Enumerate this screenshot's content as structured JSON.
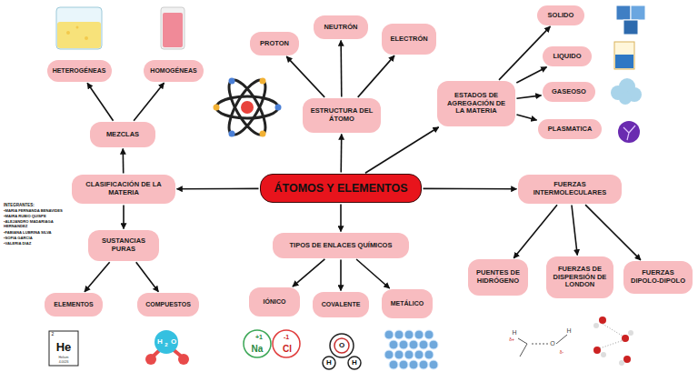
{
  "diagram": {
    "nodes": [
      {
        "text": [
          "ÁTOMOS Y ELEMENTOS"
        ]
      },
      {
        "text": [
          "ESTRUCTURA DEL ÁTOMO"
        ]
      },
      {
        "text": [
          "PROTON"
        ]
      },
      {
        "text": [
          "NEUTRÓN"
        ]
      },
      {
        "text": [
          "ELECTRÓN"
        ]
      },
      {
        "text": [
          "ESTADOS DE AGREGACIÓN DE LA MATERIA"
        ]
      },
      {
        "text": [
          "SOLIDO"
        ]
      },
      {
        "text": [
          "LIQUIDO"
        ]
      },
      {
        "text": [
          "GASEOSO"
        ]
      },
      {
        "text": [
          "PLASMATICA"
        ]
      },
      {
        "text": [
          "CLASIFICACIÓN DE LA MATERIA"
        ]
      },
      {
        "text": [
          "MEZCLAS"
        ]
      },
      {
        "text": [
          "HETEROGÉNEAS"
        ]
      },
      {
        "text": [
          "HOMOGÉNEAS"
        ]
      },
      {
        "text": [
          "SUSTANCIAS PURAS"
        ]
      },
      {
        "text": [
          "ELEMENTOS"
        ]
      },
      {
        "text": [
          "COMPUESTOS"
        ]
      },
      {
        "text": [
          "TIPOS DE ENLACES QUÍMICOS"
        ]
      },
      {
        "text": [
          "IÓNICO"
        ]
      },
      {
        "text": [
          "COVALENTE"
        ]
      },
      {
        "text": [
          "METÁLICO"
        ]
      },
      {
        "text": [
          "FUERZAS INTERMOLECULARES"
        ]
      },
      {
        "text": [
          "PUENTES DE HIDRÓGENO"
        ]
      },
      {
        "text": [
          "FUERZAS DE DISPERSIÓN DE LONDON"
        ]
      },
      {
        "text": [
          "FUERZAS DIPOLO-DIPOLO"
        ]
      }
    ],
    "edges": [
      {
        "from": 0,
        "to": 1,
        "arrow": "to"
      },
      {
        "from": 1,
        "to": 2,
        "arrow": "to"
      },
      {
        "from": 1,
        "to": 3,
        "arrow": "to"
      },
      {
        "from": 1,
        "to": 4,
        "arrow": "to"
      },
      {
        "from": 0,
        "to": 5,
        "arrow": "to"
      },
      {
        "from": 5,
        "to": 6,
        "arrow": "to"
      },
      {
        "from": 5,
        "to": 7,
        "arrow": "to"
      },
      {
        "from": 5,
        "to": 8,
        "arrow": "to"
      },
      {
        "from": 5,
        "to": 9,
        "arrow": "to"
      },
      {
        "from": 0,
        "to": 10,
        "arrow": "to"
      },
      {
        "from": 10,
        "to": 11,
        "arrow": "to"
      },
      {
        "from": 11,
        "to": 12,
        "arrow": "to"
      },
      {
        "from": 11,
        "to": 13,
        "arrow": "to"
      },
      {
        "from": 10,
        "to": 14,
        "arrow": "to"
      },
      {
        "from": 14,
        "to": 15,
        "arrow": "to"
      },
      {
        "from": 14,
        "to": 16,
        "arrow": "to"
      },
      {
        "from": 0,
        "to": 17,
        "arrow": "to"
      },
      {
        "from": 17,
        "to": 18,
        "arrow": "to"
      },
      {
        "from": 17,
        "to": 19,
        "arrow": "to"
      },
      {
        "from": 17,
        "to": 20,
        "arrow": "to"
      },
      {
        "from": 0,
        "to": 21,
        "arrow": "to"
      },
      {
        "from": 21,
        "to": 22,
        "arrow": "to"
      },
      {
        "from": 21,
        "to": 23,
        "arrow": "to"
      },
      {
        "from": 21,
        "to": 24,
        "arrow": "to"
      }
    ],
    "labels": [
      "INTEGRANTES:",
      "•MARIA FERNANDA BENAVIDES",
      "•MAIRA RUBIO QUISPE",
      "•ALEJANDRO MADARIAGA HERNANDEZ",
      "•FABIANA LUBRINA SILVA",
      "•SOFIA GARCIA",
      "•VALERIA DIAZ",
      "2",
      "He",
      "Helium",
      "4.0026",
      "H",
      "2",
      "O",
      "+1",
      "Na",
      "-1",
      "Cl",
      "O",
      "H",
      "H",
      "H",
      "δ+",
      "O",
      "δ-",
      "H"
    ]
  }
}
